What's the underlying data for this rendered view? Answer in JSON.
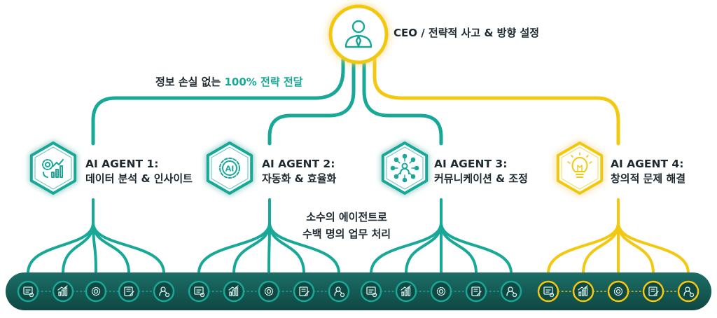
{
  "ceo": {
    "label": "CEO / 전략적 사고 & 방향 설정",
    "icon": "ceo-person-icon"
  },
  "transfer_label": {
    "prefix": "정보 손실 없는",
    "highlight": "100% 전략 전달"
  },
  "middle_label": {
    "line1": "소수의 에이전트로",
    "line2": "수백 명의 업무 처리"
  },
  "agents": [
    {
      "title": "AI AGENT 1:",
      "subtitle": "데이터 분석 & 인사이트",
      "icon": "data-analysis-gear-chart-icon",
      "color": "#17a898"
    },
    {
      "title": "AI AGENT 2:",
      "subtitle": "자동화 & 효율화",
      "icon": "ai-gear-icon",
      "color": "#17a898"
    },
    {
      "title": "AI AGENT 3:",
      "subtitle": "커뮤니케이션 & 조정",
      "icon": "network-people-icon",
      "color": "#17a898"
    },
    {
      "title": "AI AGENT 4:",
      "subtitle": "창의적 문제 해결",
      "icon": "lightbulb-icon",
      "color": "#f2c811"
    }
  ],
  "task_icons": [
    "report-icon",
    "chart-icon",
    "settings-gear-icon",
    "document-edit-icon",
    "team-gear-icon"
  ],
  "colors": {
    "teal": "#17a898",
    "yellow": "#f2c811",
    "dark_bar": "#145a55",
    "text": "#1f2a30"
  }
}
